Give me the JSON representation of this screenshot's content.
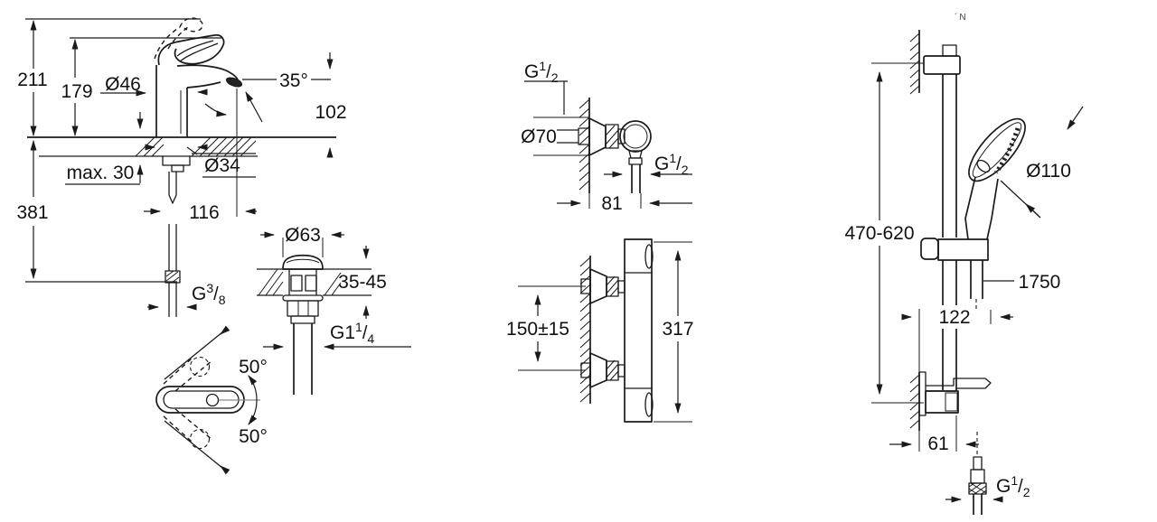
{
  "page": {
    "background": "#ffffff",
    "ink": "#1a1a1a"
  },
  "watermark": "´N",
  "basin_mixer": {
    "total_height": "211",
    "spout_height_dim": "179",
    "body_diameter": "Ø46",
    "aerator_angle": "35°",
    "spout_to_deck": "102",
    "deck_thickness": "max. 30",
    "shank_diameter": "Ø34",
    "below_deck_length": "381",
    "spout_reach": "116",
    "supply_thread": {
      "prefix": "G",
      "sup": "3",
      "slash": "/",
      "sub": "8"
    }
  },
  "waste_valve": {
    "cap_diameter": "Ø63",
    "deck_range": "35-45",
    "outlet_thread": {
      "prefix": "G1",
      "sup": "1",
      "slash": "/",
      "sub": "4"
    }
  },
  "handle_top_view": {
    "swing_up": "50°",
    "swing_down": "50°"
  },
  "wall_union": {
    "wall_thread": {
      "prefix": "G",
      "sup": "1",
      "slash": "/",
      "sub": "2"
    },
    "rosette_diameter": "Ø70",
    "outlet_thread": {
      "prefix": "G",
      "sup": "1",
      "slash": "/",
      "sub": "2"
    },
    "projection": "81"
  },
  "thermostat": {
    "connection_spacing": "150±15",
    "body_height": "317"
  },
  "shower_rail": {
    "rail_length": "470-620",
    "head_diameter": "Ø110",
    "hose_length": "1750",
    "holder_offset": "122",
    "wall_offset": "61",
    "hose_thread": {
      "prefix": "G",
      "sup": "1",
      "slash": "/",
      "sub": "2"
    }
  }
}
